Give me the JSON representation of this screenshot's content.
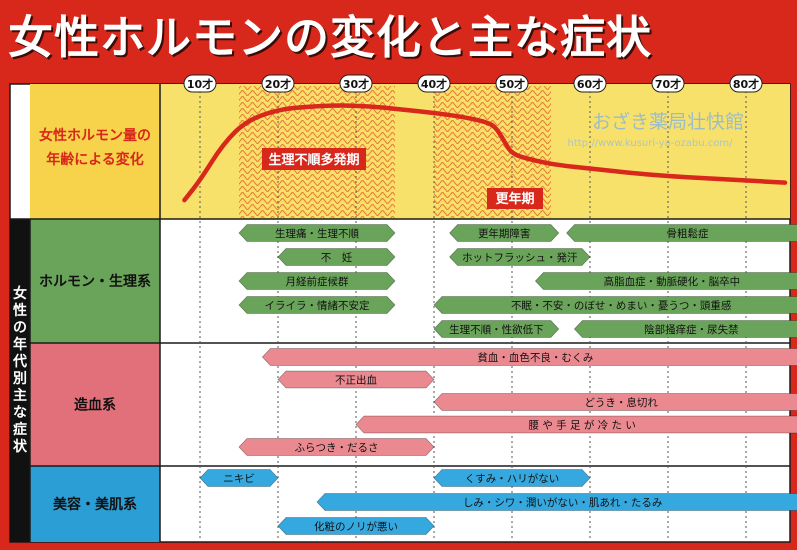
{
  "title": "女性ホルモンの変化と主な症状",
  "watermark": {
    "name": "おざき薬局壮快館",
    "url": "http://www.kusuri-ya-ozabu.com/"
  },
  "age_axis": {
    "ticks": [
      "10才",
      "20才",
      "30才",
      "40才",
      "50才",
      "60才",
      "70才",
      "80才"
    ]
  },
  "hormone_section": {
    "label_lines": [
      "女性ホルモン量の",
      "年齢による変化"
    ],
    "period_labels": {
      "menstrual": "生理不順多発期",
      "menopause": "更年期"
    },
    "curve": [
      [
        8,
        10
      ],
      [
        10,
        28
      ],
      [
        13,
        62
      ],
      [
        16,
        83
      ],
      [
        20,
        93
      ],
      [
        24,
        96
      ],
      [
        28,
        97
      ],
      [
        32,
        96
      ],
      [
        36,
        93
      ],
      [
        40,
        90
      ],
      [
        44,
        86
      ],
      [
        47,
        81
      ],
      [
        48,
        76
      ],
      [
        49,
        64
      ],
      [
        50,
        52
      ],
      [
        53,
        46
      ],
      [
        56,
        42
      ],
      [
        60,
        39
      ],
      [
        65,
        35
      ],
      [
        70,
        32
      ],
      [
        75,
        30
      ],
      [
        80,
        28
      ],
      [
        85,
        26
      ]
    ]
  },
  "side_label": "女性の年代別主な症状",
  "categories": [
    {
      "label": "ホルモン・生理系",
      "color": "#6aa45a"
    },
    {
      "label": "造血系",
      "color": "#e2707a"
    },
    {
      "label": "美容・美肌系",
      "color": "#2b9ed6"
    }
  ],
  "colors": {
    "frame": "#d8271b",
    "hormone_panel": "#f8e16a",
    "green_bar": "#6aa45a",
    "pink_bar": "#ea8a90",
    "blue_bar": "#35a9df"
  },
  "bars": [
    {
      "label": "生理痛・生理不順",
      "start": 15,
      "end": 35,
      "row": 0,
      "cat": 0
    },
    {
      "label": "更年期障害",
      "start": 42,
      "end": 56,
      "row": 0,
      "cat": 0
    },
    {
      "label": "骨粗鬆症",
      "start": 57,
      "end": 88,
      "row": 0,
      "cat": 0
    },
    {
      "label": "不　妊",
      "start": 20,
      "end": 35,
      "row": 1,
      "cat": 0
    },
    {
      "label": "ホットフラッシュ・発汗",
      "start": 42,
      "end": 60,
      "row": 1,
      "cat": 0
    },
    {
      "label": "月経前症候群",
      "start": 15,
      "end": 35,
      "row": 2,
      "cat": 0
    },
    {
      "label": "高脂血症・動脈硬化・脳卒中",
      "start": 53,
      "end": 88,
      "row": 2,
      "cat": 0
    },
    {
      "label": "イライラ・情緒不安定",
      "start": 15,
      "end": 35,
      "row": 3,
      "cat": 0
    },
    {
      "label": "不眠・不安・のぼせ・めまい・憂うつ・頭重感",
      "start": 40,
      "end": 88,
      "row": 3,
      "cat": 0
    },
    {
      "label": "生理不順・性欲低下",
      "start": 40,
      "end": 56,
      "row": 4,
      "cat": 0
    },
    {
      "label": "陰部掻痒症・尿失禁",
      "start": 58,
      "end": 88,
      "row": 4,
      "cat": 0
    },
    {
      "label": "貧血・血色不良・むくみ",
      "start": 18,
      "end": 88,
      "row": 0,
      "cat": 1
    },
    {
      "label": "不正出血",
      "start": 20,
      "end": 40,
      "row": 1,
      "cat": 1
    },
    {
      "label": "どうき・息切れ",
      "start": 40,
      "end": 88,
      "row": 2,
      "cat": 1
    },
    {
      "label": "腰 や 手 足 が 冷 た い",
      "start": 30,
      "end": 88,
      "row": 3,
      "cat": 1
    },
    {
      "label": "ふらつき・だるさ",
      "start": 15,
      "end": 40,
      "row": 4,
      "cat": 1
    },
    {
      "label": "ニキビ",
      "start": 10,
      "end": 20,
      "row": 0,
      "cat": 2
    },
    {
      "label": "くすみ・ハリがない",
      "start": 40,
      "end": 60,
      "row": 0,
      "cat": 2
    },
    {
      "label": "しみ・シワ・潤いがない・肌あれ・たるみ",
      "start": 25,
      "end": 88,
      "row": 1,
      "cat": 2
    },
    {
      "label": "化粧のノリが悪い",
      "start": 20,
      "end": 40,
      "row": 2,
      "cat": 2
    }
  ]
}
